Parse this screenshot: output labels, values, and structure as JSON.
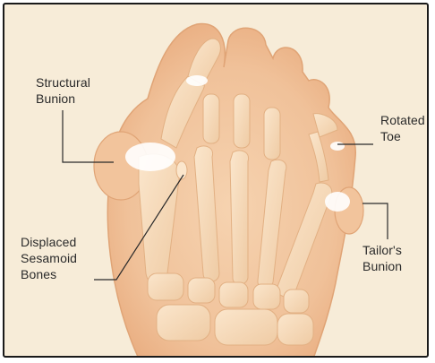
{
  "labels": {
    "structural_bunion": "Structural\nBunion",
    "displaced_sesamoid": "Displaced\nSesamoid\nBones",
    "rotated_toe": "Rotated\nToe",
    "tailors_bunion": "Tailor's\nBunion"
  },
  "colors": {
    "background": "#f7ecd8",
    "skin": "#f3c9a2",
    "bone": "#f7ddbf",
    "bunion_highlight": "#ffffff",
    "leader_line": "#2a2a2a",
    "frame": "#1a1a1a"
  }
}
